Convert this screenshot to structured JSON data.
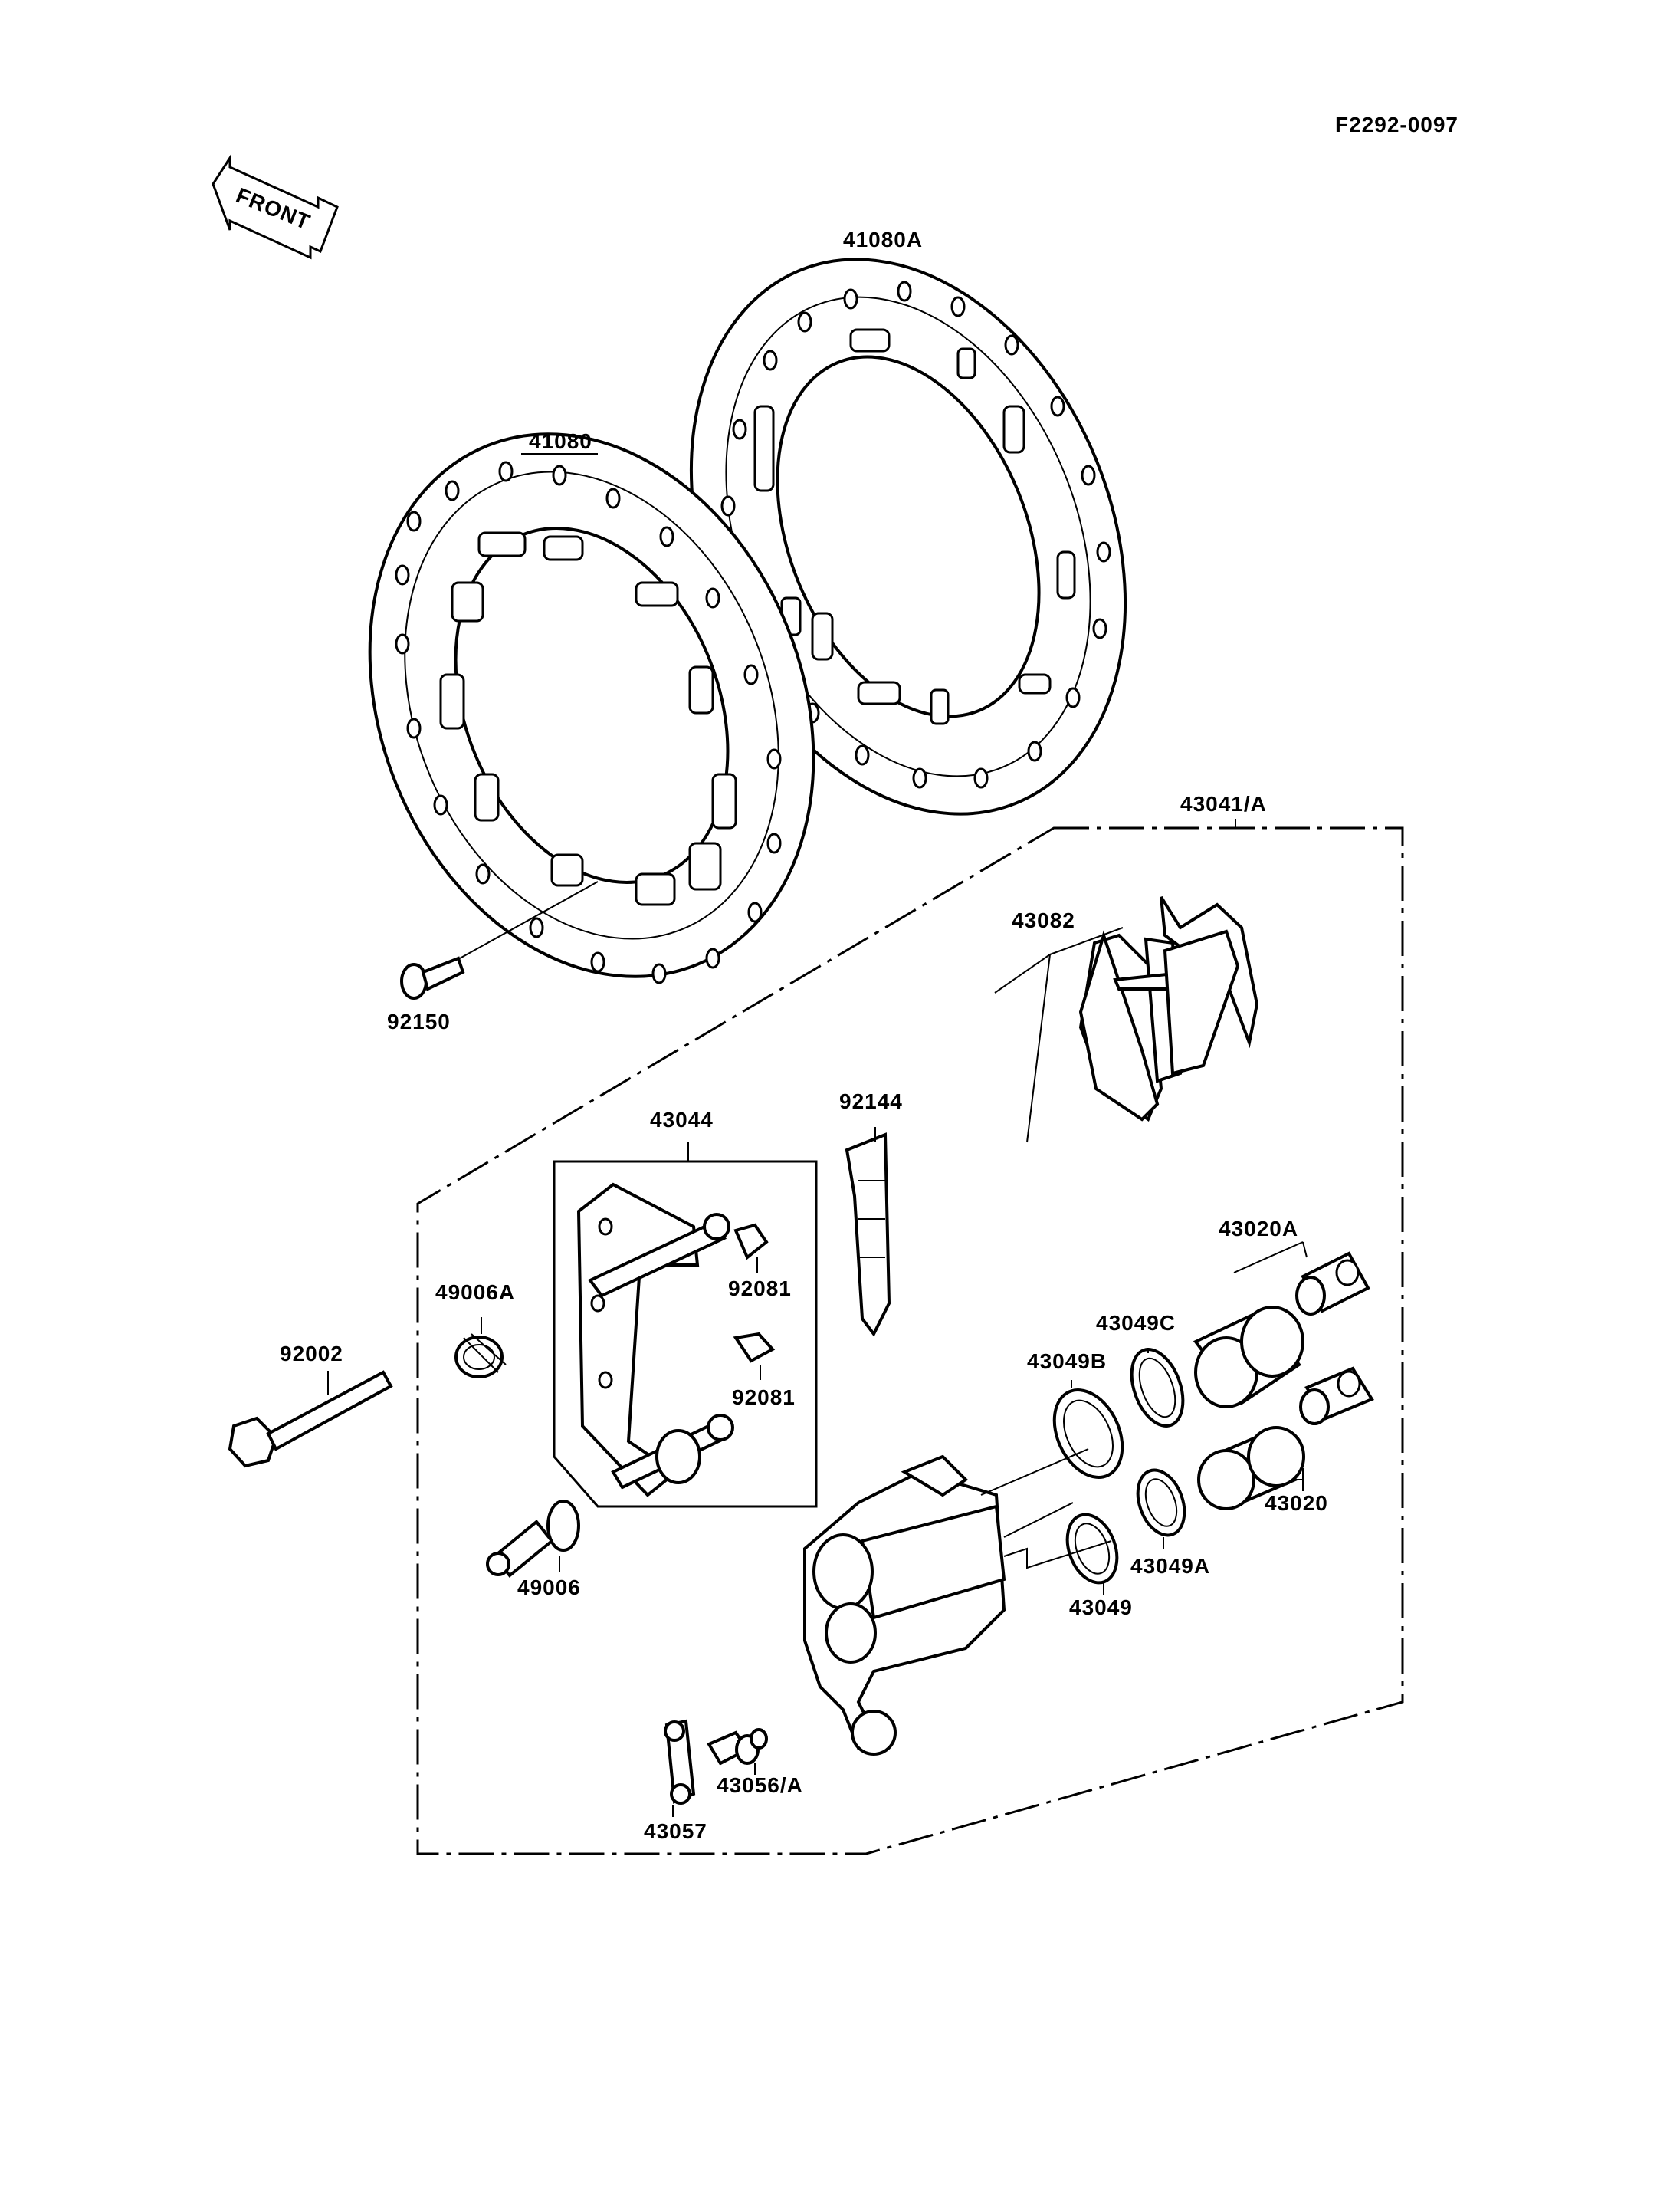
{
  "figure_code": "F2292-0097",
  "front_label": "FRONT",
  "parts": {
    "disc_right": "41080A",
    "disc_left": "41080",
    "disc_bolt": "92150",
    "caliper_assy": "43041/A",
    "pad_set": "43082",
    "pad_spring": "92144",
    "caliper_bracket": "43044",
    "clip_upper": "92081",
    "clip_lower": "92081",
    "boot_large": "49006A",
    "pin_bolt": "92002",
    "boot_small": "49006",
    "piston_large": "43020A",
    "seal_c": "43049C",
    "seal_b": "43049B",
    "piston_small": "43020",
    "seal_a": "43049A",
    "seal": "43049",
    "bleeder_valve": "43056/A",
    "bleeder_cap": "43057"
  }
}
